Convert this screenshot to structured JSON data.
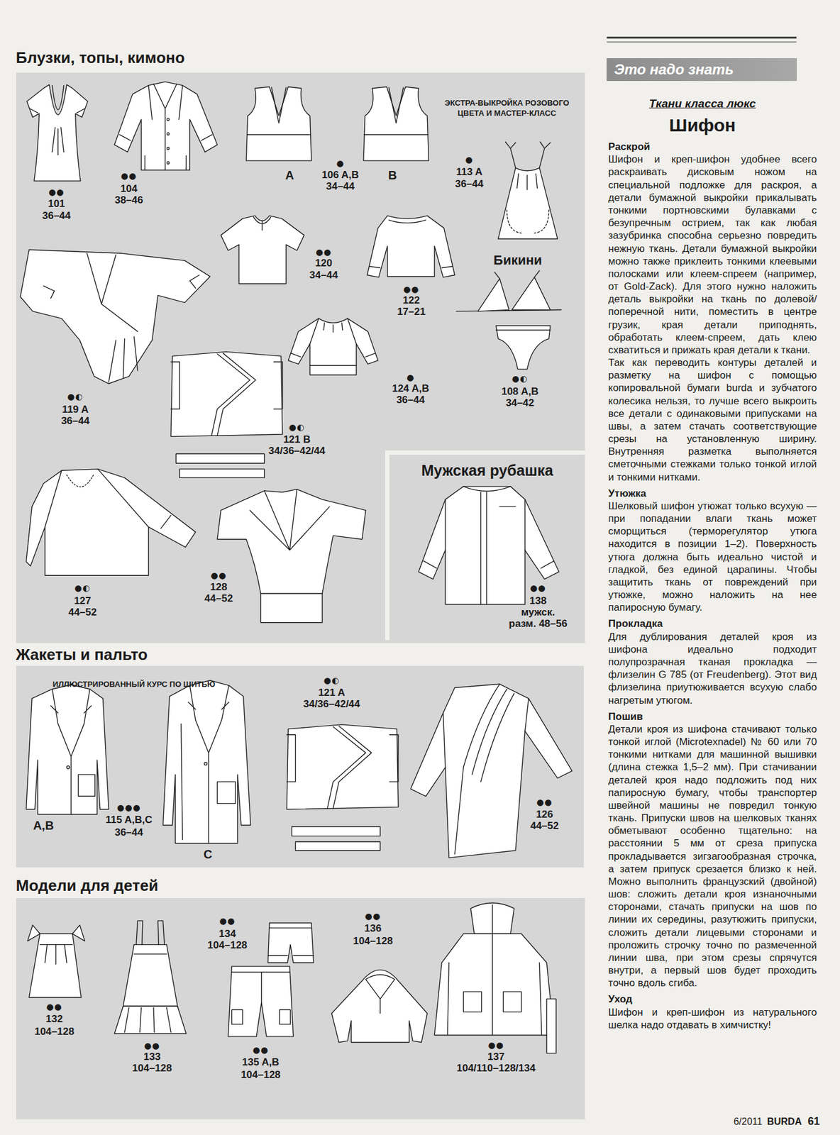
{
  "diagram": {
    "nodes": [
      {
        "text": [
          "Блузки, топы, кимоно"
        ]
      },
      {
        "text": [
          "Мужская рубашка"
        ],
        "in": 0
      },
      {
        "text": [
          "Жакеты и пальто"
        ]
      },
      {
        "text": [
          "Модели для детей"
        ]
      },
      {
        "text": [
          "Это надо знать"
        ]
      }
    ],
    "labels": [
      "ЭКСТРА-ВЫКРОЙКА РОЗОВОГО ЦВЕТА И МАСТЕР-КЛАСС",
      "●●",
      "101",
      "36–44",
      "●●",
      "104",
      "38–46",
      "A",
      "●",
      "106 A,B",
      "34–44",
      "B",
      "●",
      "113 A",
      "36–44",
      "●●",
      "120",
      "34–44",
      "●●",
      "122",
      "17–21",
      "Бикини",
      "●",
      "124 A,B",
      "36–44",
      "●◐",
      "108 A,B",
      "34–42",
      "●◐",
      "119 A",
      "36–44",
      "●◐",
      "121 B",
      "34/36–42/44",
      "●◐",
      "127",
      "44–52",
      "●●",
      "128",
      "44–52",
      "●●",
      "138",
      "мужск.",
      "разм. 48–56",
      "ИЛЛЮСТРИРОВАННЫЙ КУРС ПО ШИТЬЮ",
      "●◐",
      "121 A",
      "34/36–42/44",
      "A,B",
      "●●●",
      "115 A,B,C",
      "36–44",
      "C",
      "●●",
      "126",
      "44–52",
      "●●",
      "134",
      "104–128",
      "●●",
      "136",
      "104–128",
      "●●",
      "132",
      "104–128",
      "●●",
      "133",
      "104–128",
      "●●",
      "135 A,B",
      "104–128",
      "●●",
      "137",
      "104/110–128/134",
      "Ткани класса люкс",
      "Шифон",
      "Раскрой",
      "Шифон и креп-шифон удобнее всего раскраивать дисковым ножом на специальной подложке для раскроя, а детали бумажной выкройки прикалывать тонкими портновскими булавками с безупречным острием, так как любая зазубринка способна серьезно повредить нежную ткань. Детали бумажной выкройки можно также приклеить тонкими клеевыми полосками или клеем-спреем (например, от Gold-Zack). Для этого нужно наложить деталь выкройки на ткань по долевой/поперечной нити, поместить в центре грузик, края детали приподнять, обработать клеем-спреем, дать клею схватиться и прижать края детали к ткани.",
      "Так как переводить контуры деталей и разметку на шифон с помощью копировальной бумаги burda и зубчатого колесика нельзя, то лучше всего выкроить все детали с одинаковыми припусками на швы, а затем стачать соответствующие срезы на установленную ширину. Внутренняя разметка выполняется сметочными стежками только тонкой иглой и тонкими нитками.",
      "Утюжка",
      "Шелковый шифон утюжат только всухую — при попадании влаги ткань может сморщиться (терморегулятор утюга находится в позиции 1–2). Поверхность утюга должна быть идеально чистой и гладкой, без единой царапины. Чтобы защитить ткань от повреждений при утюжке, можно наложить на нее папиросную бумагу.",
      "Прокладка",
      "Для дублирования деталей кроя из шифона идеально подходит полупрозрачная тканая прокладка — флизелин G 785 (от Freudenberg). Этот вид флизелина приутюживается всухую слабо нагретым утюгом.",
      "Пошив",
      "Детали кроя из шифона стачивают только тонкой иглой (Microtexnadel) № 60 или 70 тонкими нитками для машинной вышивки (длина стежка 1,5–2 мм). При стачивании деталей кроя надо подложить под них папиросную бумагу, чтобы транспортер швейной машины не повредил тонкую ткань. Припуски швов на шелковых тканях обметывают особенно тщательно: на расстоянии 5 мм от среза припуска прокладывается зигзагообразная строчка, а затем припуск срезается близко к ней. Можно выполнить французский (двойной) шов: сложить детали кроя изнаночными сторонами, стачать припуски на шов по линии их середины, разутюжить припуски, сложить детали лицевыми сторонами и проложить строчку точно по размеченной линии шва, при этом срезы спрячутся внутри, а первый шов будет проходить точно вдоль сгиба.",
      "Уход",
      "Шифон и креп-шифон из натурального шелка надо отдавать в химчистку!",
      "6/2011",
      "BURDA",
      "61"
    ]
  }
}
